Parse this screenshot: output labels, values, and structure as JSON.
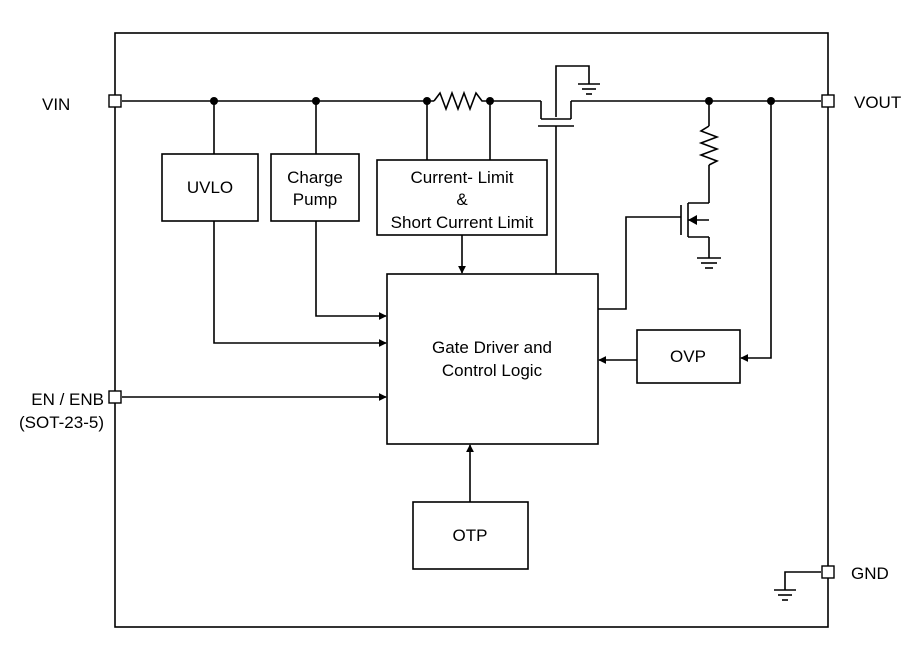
{
  "pins": {
    "vin": "VIN",
    "vout": "VOUT",
    "en_line1": "EN / ENB",
    "en_line2": "(SOT-23-5)",
    "gnd": "GND"
  },
  "blocks": {
    "uvlo": "UVLO",
    "charge_pump": [
      "Charge",
      "Pump"
    ],
    "current_limit": [
      "Current- Limit",
      "&",
      "Short Current Limit"
    ],
    "gate_driver": [
      "Gate Driver and",
      "Control Logic"
    ],
    "ovp": "OVP",
    "otp": "OTP"
  }
}
